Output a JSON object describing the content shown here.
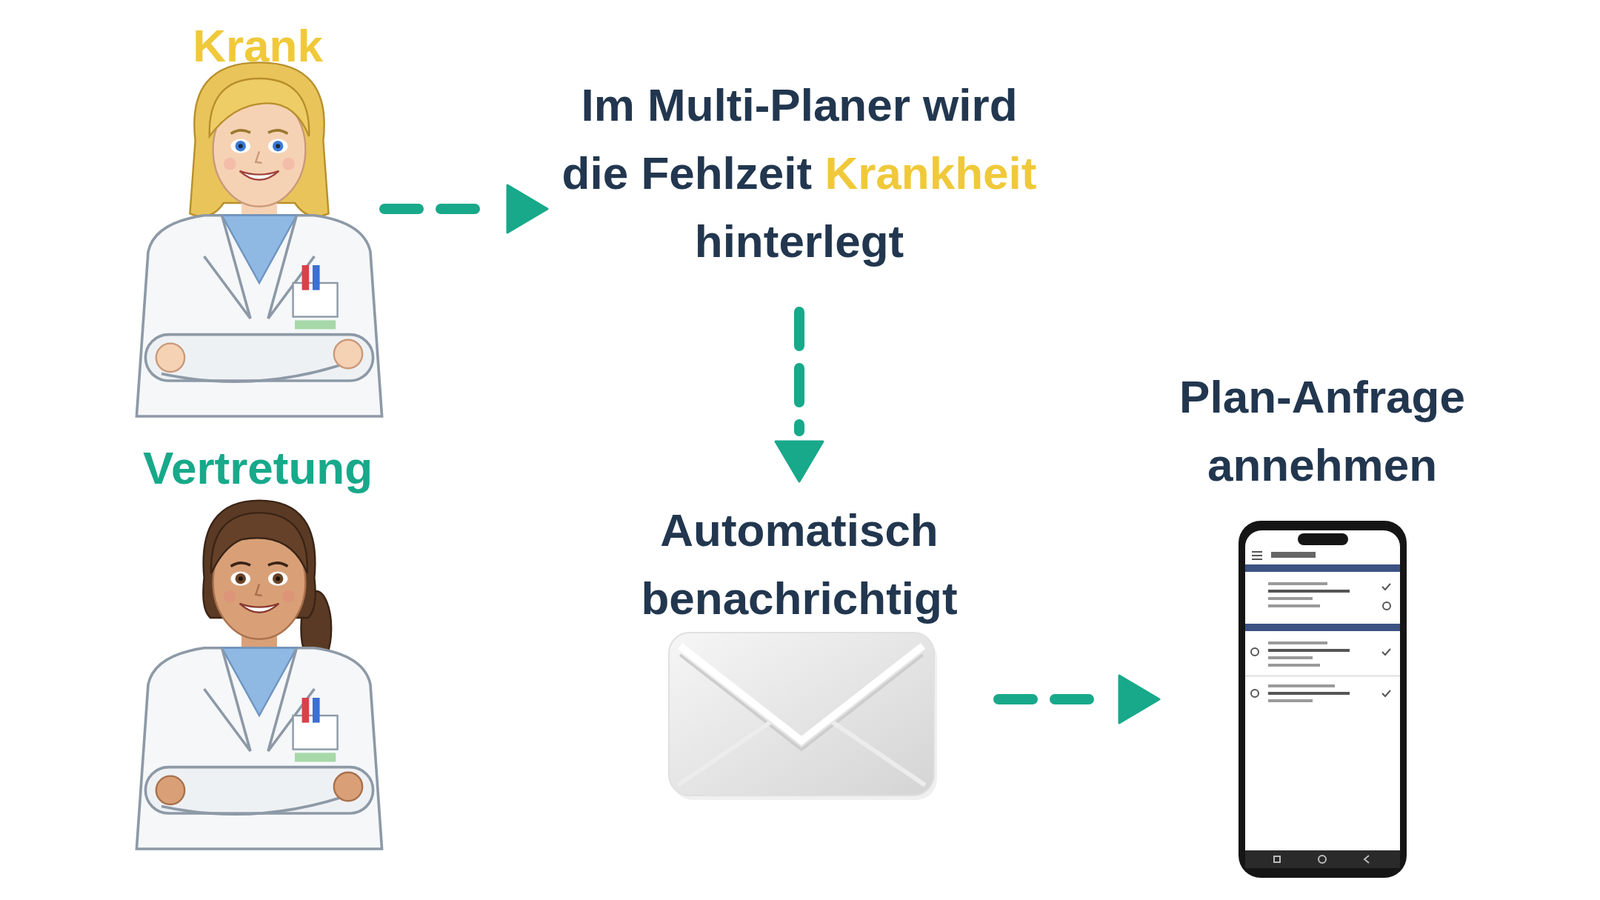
{
  "diagram": {
    "nodes": [
      {
        "text": [
          "Krank"
        ]
      },
      {
        "text": [
          "Im Multi-Planer wird die Fehlzeit Krankheit hinterlegt"
        ]
      },
      {
        "text": [
          "Vertretung"
        ]
      },
      {
        "text": [
          "Automatisch benachrichtigt"
        ]
      },
      {
        "text": [
          "Plan-Anfrage annehmen"
        ]
      }
    ],
    "edges": [
      {
        "from": 0,
        "to": 1,
        "arrow": "to"
      },
      {
        "from": 1,
        "to": 3,
        "arrow": "to"
      },
      {
        "from": 3,
        "to": 4,
        "arrow": "to"
      }
    ]
  }
}
